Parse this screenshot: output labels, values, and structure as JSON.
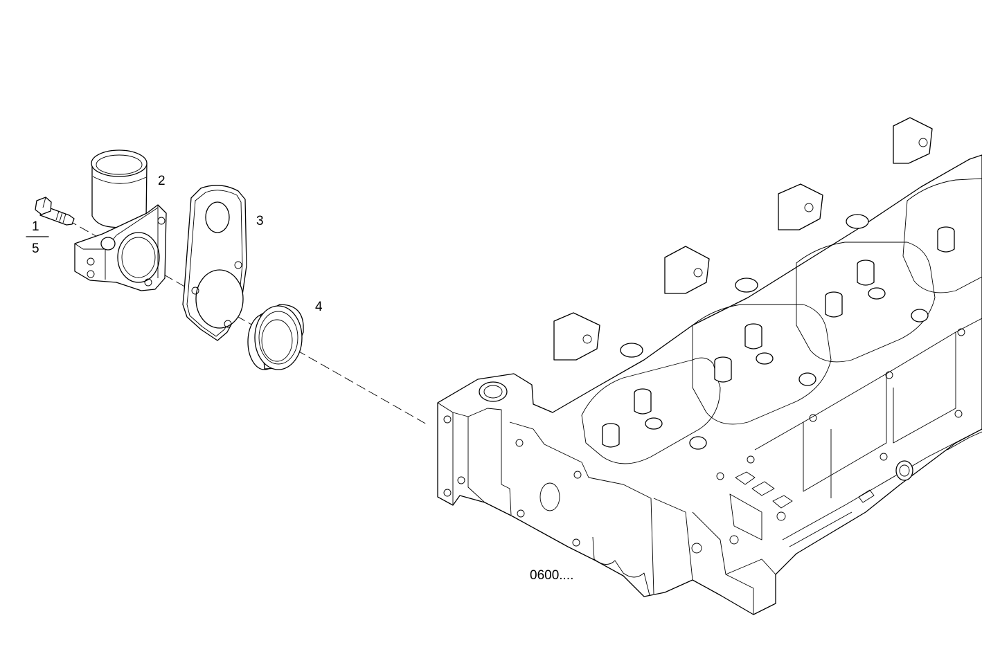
{
  "drawing": {
    "callouts": {
      "item_1": "1",
      "item_5": "5",
      "item_2": "2",
      "item_3": "3",
      "item_4": "4"
    },
    "reference_label": "0600...."
  },
  "icons": [
    "bolt-icon",
    "water-outlet-housing-icon",
    "gasket-icon",
    "sealing-ring-icon",
    "cylinder-head-icon"
  ],
  "colors": {
    "line": "#000000",
    "background": "#ffffff"
  }
}
